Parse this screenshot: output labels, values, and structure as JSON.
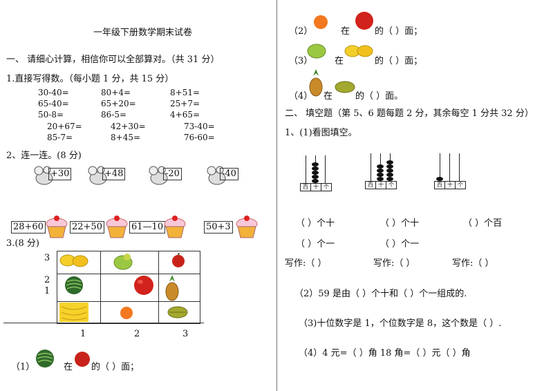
{
  "title": "一年级下册数学期末试卷",
  "section1": {
    "heading": "一、  请细心计算，相信你可以全部算对。（共 31 分）",
    "q1_label": "1.直接写得数。（每小题 1 分，共 15 分）",
    "problems": [
      [
        "30-40=",
        "80+4=",
        "8+51="
      ],
      [
        "65-40=",
        "65+20=",
        "25+7="
      ],
      [
        "50-8=",
        "86-5=",
        "4+65="
      ],
      [
        "20+67=",
        "42+30=",
        "73-40="
      ],
      [
        "85-7=",
        "8+45=",
        "76-60="
      ]
    ],
    "q2_label": "2、连一连。(8 分)",
    "mouse_labels": [
      "+30",
      "+48",
      "-20",
      "-40"
    ],
    "cake_labels": [
      "28+60",
      "22+50",
      "61—10",
      "50+3"
    ],
    "q3_label": "3.(8 分)",
    "row_labels": [
      "3",
      "2",
      "1"
    ],
    "col_labels": [
      "1",
      "2",
      "3"
    ],
    "q3_1": {
      "num": "（1）",
      "at": "在",
      "tail": "的（      ）面；"
    }
  },
  "right": {
    "q2": {
      "num": "（2）",
      "at": "在",
      "tail": "的（      ）面；"
    },
    "q3": {
      "num": "（3）",
      "at": "在",
      "tail": "的（      ）面；"
    },
    "q4": {
      "num": "（4）",
      "at": "在",
      "tail": "的（      ）面。"
    },
    "section2_heading": "二、  填空题（第 5、6 题每题 2 分，其余每空 1 分共 32 分）",
    "fill1": "1、(1)看图填空。",
    "abacus_base": [
      "百",
      "十",
      "个"
    ],
    "blanks_row1": [
      "（    ）个十",
      "（    ）个十",
      "（    ）个百"
    ],
    "blanks_row2": [
      "（    ）个一",
      "（    ）个一"
    ],
    "write_row": [
      "写作:（    ）",
      "写作:（    ）",
      "写作:（    ）"
    ],
    "fill2": "（2）59 是由（    ）个十和（    ）个一组成的.",
    "fill3": "（3)十位数字是 1，个位数字是 8，这个数是（    ）.",
    "fill4": "（4）4 元=（      ）角      18 角=（    ）元（    ）角"
  },
  "colors": {
    "divider": "#777777",
    "bead": "#111111",
    "cake_cream": "#f8c8d8",
    "cake_cup": "#f2b23a"
  }
}
